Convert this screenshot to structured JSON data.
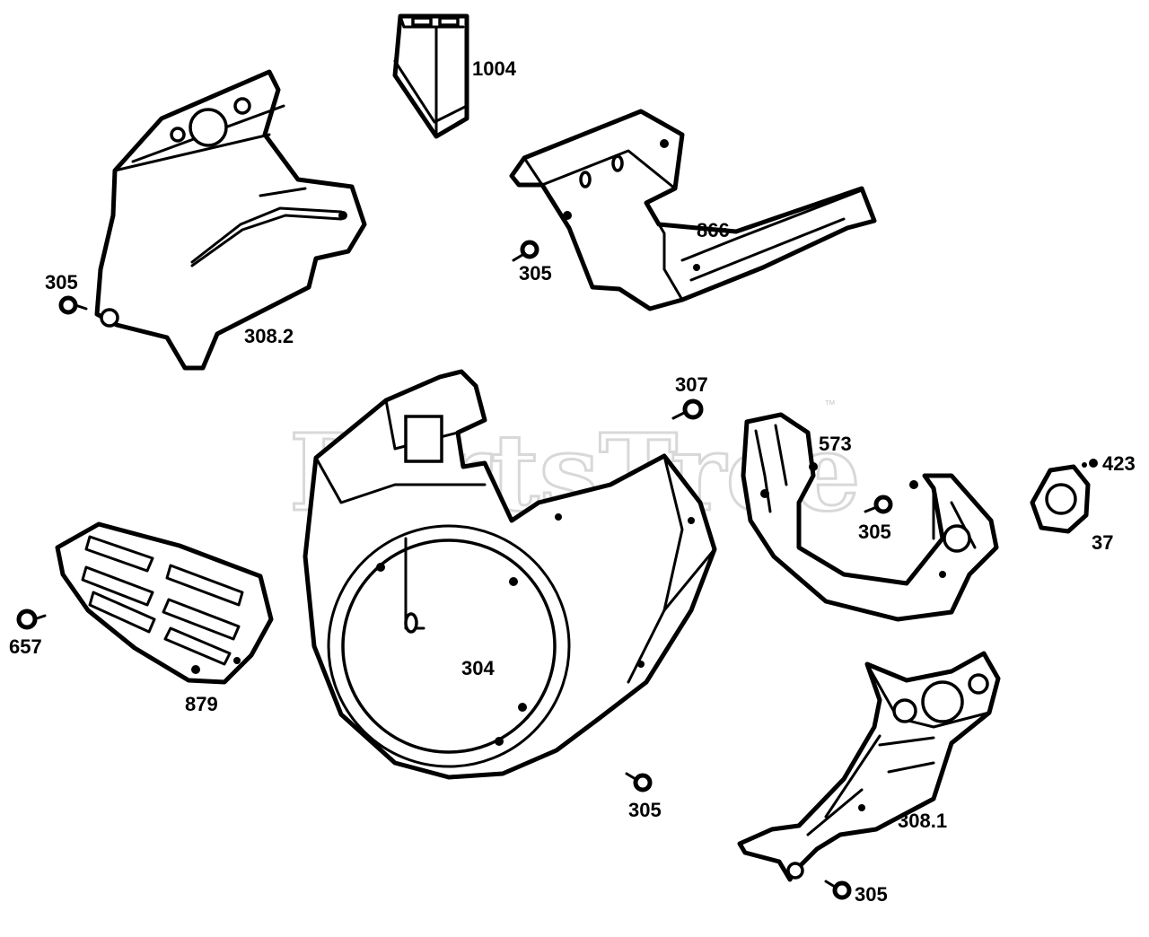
{
  "watermark": {
    "text": "PartsTree",
    "trademark": "™",
    "color": "#cfcfcf"
  },
  "labels": {
    "p1004": "1004",
    "p305_left": "305",
    "p308_2": "308.2",
    "p866": "866",
    "p305_top": "305",
    "p307": "307",
    "p573": "573",
    "p423": "423",
    "p37": "37",
    "p305_right": "305",
    "p657": "657",
    "p879": "879",
    "p304": "304",
    "p305_bottom": "305",
    "p308_1": "308.1",
    "p305_corner": "305"
  },
  "colors": {
    "line": "#000000",
    "background": "#ffffff"
  }
}
